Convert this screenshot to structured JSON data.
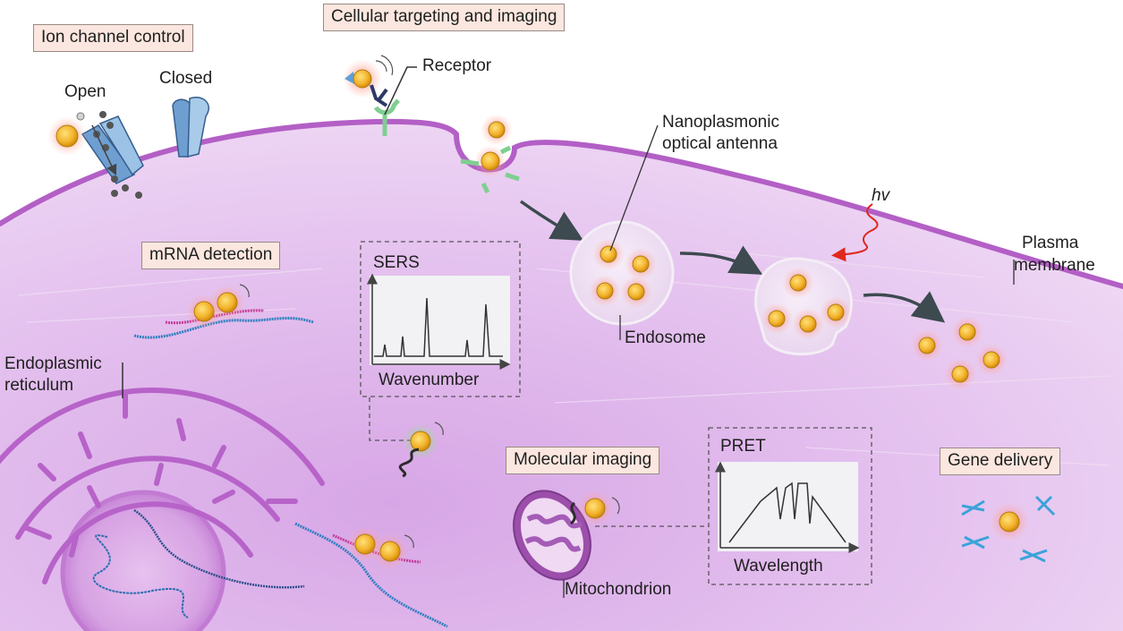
{
  "labels": {
    "ion_channel_control": "Ion channel control",
    "open": "Open",
    "closed": "Closed",
    "cellular_targeting": "Cellular targeting and imaging",
    "receptor": "Receptor",
    "nanoplasmonic_line1": "Nanoplasmonic",
    "nanoplasmonic_line2": "optical antenna",
    "hv": "hv",
    "plasma_line1": "Plasma",
    "plasma_line2": "membrane",
    "mrna_detection": "mRNA detection",
    "sers": "SERS",
    "wavenumber": "Wavenumber",
    "endosome": "Endosome",
    "er_line1": "Endoplasmic",
    "er_line2": "reticulum",
    "molecular_imaging": "Molecular imaging",
    "pret": "PRET",
    "wavelength": "Wavelength",
    "mitochondrion": "Mitochondrion",
    "gene_delivery": "Gene delivery"
  },
  "colors": {
    "cytoplasm": "#e7c5ef",
    "membrane": "#b35fc6",
    "label_box": "#fbe7df",
    "nanoparticle": "#f2b630",
    "glow": "#ff8a80",
    "dna_blue": "#2e7fc0",
    "arrow": "#3d4a50"
  }
}
